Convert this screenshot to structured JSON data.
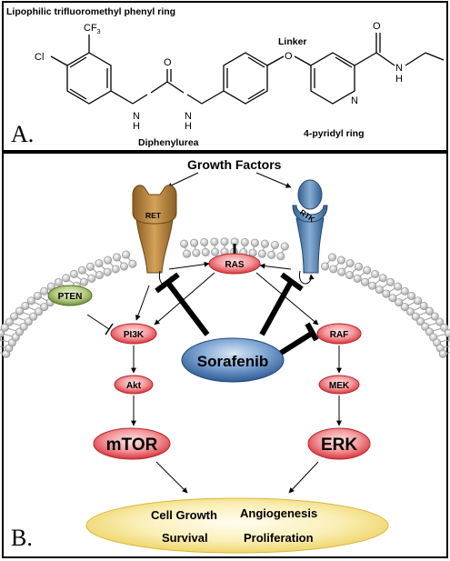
{
  "panel_a": {
    "letter": "A.",
    "labels": {
      "lipophilic": "Lipophilic trifluoromethyl phenyl ring",
      "linker": "Linker",
      "diphenylurea": "Diphenylurea",
      "pyridyl": "4-pyridyl ring"
    },
    "atoms": {
      "cl": "Cl",
      "cf3": "CF",
      "cf3_sub": "3",
      "o_ether": "O",
      "o_urea": "O",
      "o_amide": "O",
      "n_left": "N",
      "h_left": "H",
      "n_right": "N",
      "h_right": "H",
      "n_pyr": "N",
      "n_amide": "N",
      "h_amide": "H"
    }
  },
  "panel_b": {
    "letter": "B.",
    "growth_factors": "Growth Factors",
    "receptors": {
      "ret": "RET",
      "rtk": "RTK"
    },
    "nodes": {
      "ras": "RAS",
      "pten": "PTEN",
      "pi3k": "PI3K",
      "akt": "Akt",
      "mtor": "mTOR",
      "raf": "RAF",
      "mek": "MEK",
      "erk": "ERK",
      "sorafenib": "Sorafenib"
    },
    "outcomes": {
      "cell_growth": "Cell Growth",
      "angiogenesis": "Angiogenesis",
      "survival": "Survival",
      "proliferation": "Proliferation"
    },
    "colors": {
      "node_red": "#e8545a",
      "sorafenib_blue": "#2e5b95",
      "pten_green": "#7c9a45",
      "ret_tan": "#b07d3a",
      "rtk_blue": "#4f7fae",
      "outcome_yellow": "#f2dc72",
      "lipid_gray": "#c9c9c9"
    }
  }
}
